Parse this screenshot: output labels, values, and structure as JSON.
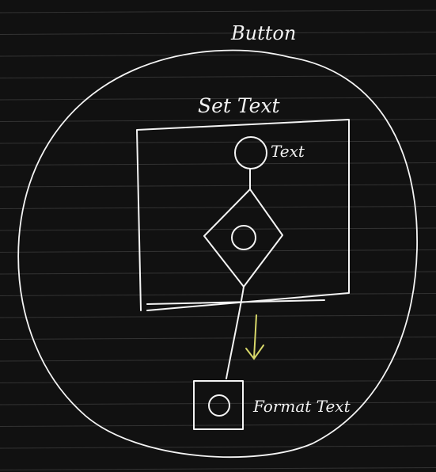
{
  "labels": {
    "outer": "Button",
    "group": "Set Text",
    "node": "Text",
    "output": "Format Text"
  },
  "colors": {
    "background": "#111111",
    "ink": "#f4f4f4",
    "accent": "#d8d86a",
    "paper_line": "#5c5c5c"
  }
}
